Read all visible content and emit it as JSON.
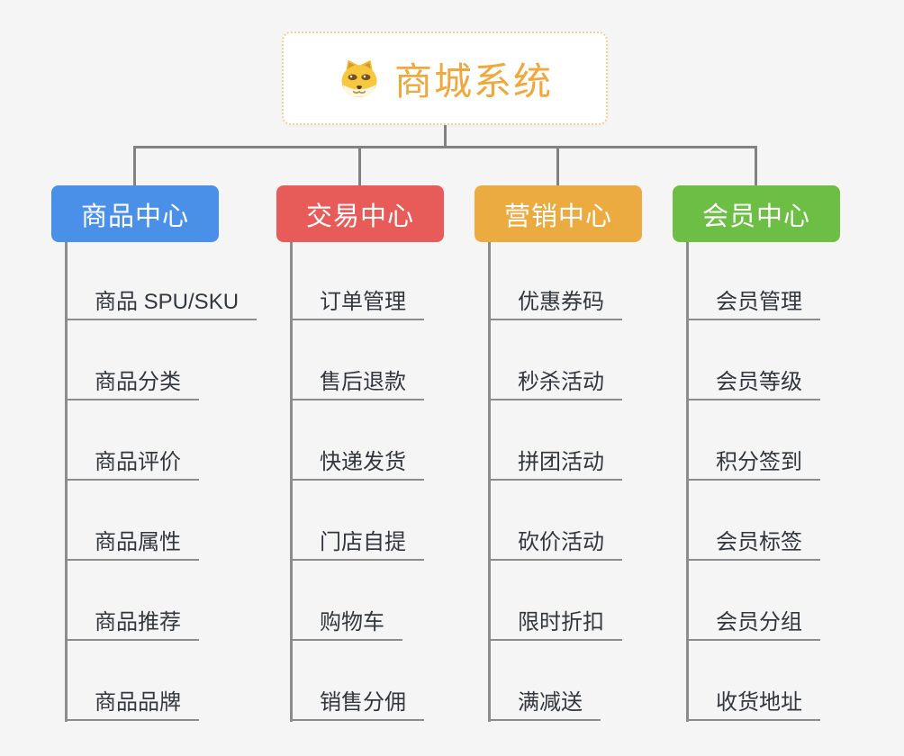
{
  "root": {
    "title": "商城系统",
    "icon": "shiba-dog-icon",
    "title_color": "#f0a73c",
    "border_color": "#f6ce90"
  },
  "colors": {
    "background": "#f5f5f6",
    "connector": "#828282",
    "underline": "#8c8c8c",
    "item_text": "#32373d"
  },
  "branches": [
    {
      "label": "商品中心",
      "color": "#4a90e8",
      "items": [
        "商品 SPU/SKU",
        "商品分类",
        "商品评价",
        "商品属性",
        "商品推荐",
        "商品品牌"
      ]
    },
    {
      "label": "交易中心",
      "color": "#e75b58",
      "items": [
        "订单管理",
        "售后退款",
        "快递发货",
        "门店自提",
        "购物车",
        "销售分佣"
      ]
    },
    {
      "label": "营销中心",
      "color": "#ebab40",
      "items": [
        "优惠券码",
        "秒杀活动",
        "拼团活动",
        "砍价活动",
        "限时折扣",
        "满减送"
      ]
    },
    {
      "label": "会员中心",
      "color": "#6cbe44",
      "items": [
        "会员管理",
        "会员等级",
        "积分签到",
        "会员标签",
        "会员分组",
        "收货地址"
      ]
    }
  ]
}
